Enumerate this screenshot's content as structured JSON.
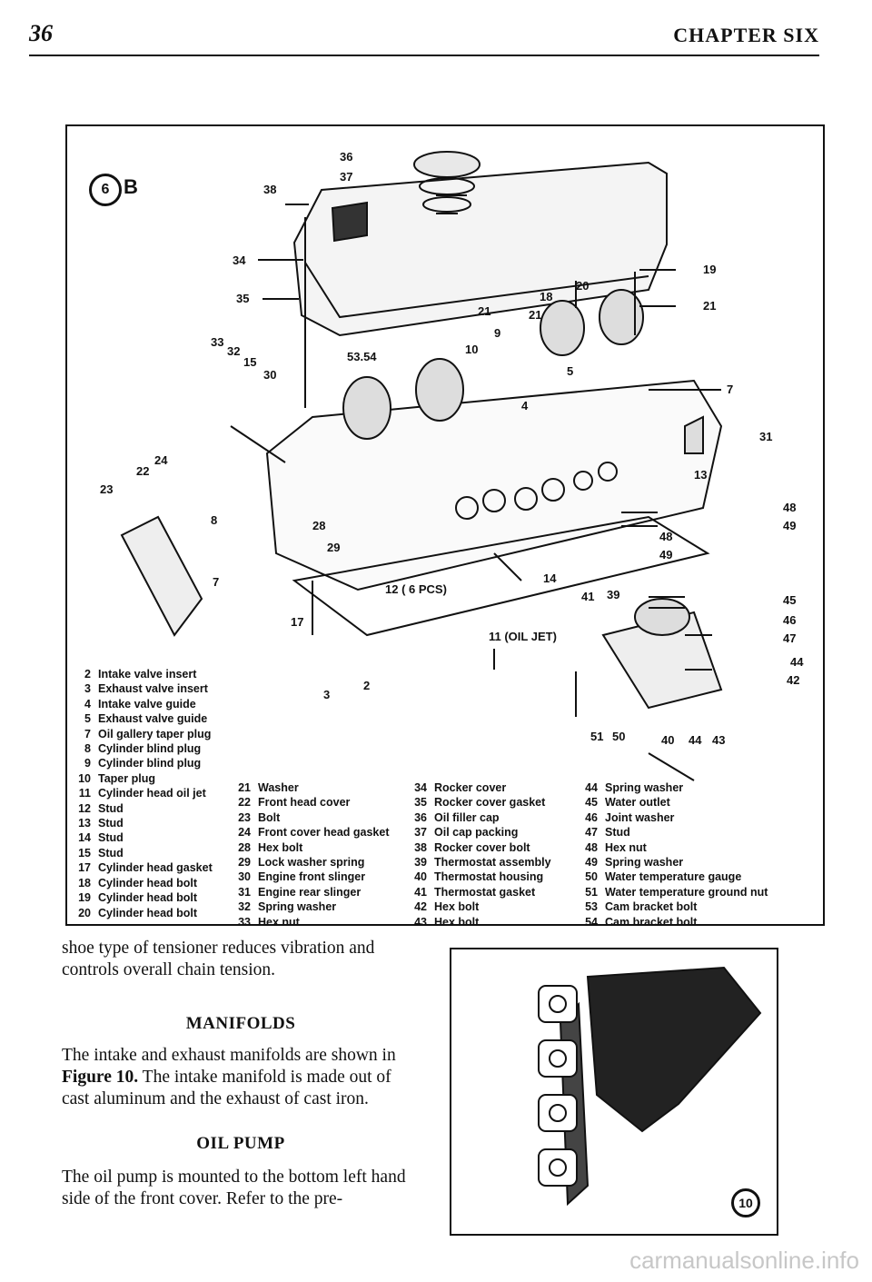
{
  "header": {
    "page_number": "36",
    "chapter": "CHAPTER SIX"
  },
  "figure_6b": {
    "badge": "6",
    "suffix": "B",
    "callouts": [
      "36",
      "37",
      "38",
      "34",
      "35",
      "19",
      "20",
      "18",
      "21",
      "21",
      "21",
      "9",
      "10",
      "33",
      "32",
      "15",
      "30",
      "53.54",
      "5",
      "4",
      "7",
      "31",
      "13",
      "23",
      "22",
      "24",
      "8",
      "28",
      "29",
      "7",
      "48",
      "49",
      "48",
      "49",
      "14",
      "12 ( 6 PCS)",
      "41",
      "39",
      "45",
      "46",
      "47",
      "17",
      "11 (OIL JET)",
      "44",
      "42",
      "3",
      "2",
      "51",
      "50",
      "40",
      "44",
      "43"
    ],
    "legend_col1": [
      {
        "n": "2",
        "t": "Intake valve insert"
      },
      {
        "n": "3",
        "t": "Exhaust valve insert"
      },
      {
        "n": "4",
        "t": "Intake valve guide"
      },
      {
        "n": "5",
        "t": "Exhaust valve guide"
      },
      {
        "n": "7",
        "t": "Oil gallery taper plug"
      },
      {
        "n": "8",
        "t": "Cylinder blind plug"
      },
      {
        "n": "9",
        "t": "Cylinder blind plug"
      },
      {
        "n": "10",
        "t": "Taper plug"
      },
      {
        "n": "11",
        "t": "Cylinder head oil jet"
      },
      {
        "n": "12",
        "t": "Stud"
      },
      {
        "n": "13",
        "t": "Stud"
      },
      {
        "n": "14",
        "t": "Stud"
      },
      {
        "n": "15",
        "t": "Stud"
      },
      {
        "n": "17",
        "t": "Cylinder head gasket"
      },
      {
        "n": "18",
        "t": "Cylinder head bolt"
      },
      {
        "n": "19",
        "t": "Cylinder head bolt"
      },
      {
        "n": "20",
        "t": "Cylinder head bolt"
      }
    ],
    "legend_col2": [
      {
        "n": "21",
        "t": "Washer"
      },
      {
        "n": "22",
        "t": "Front head cover"
      },
      {
        "n": "23",
        "t": "Bolt"
      },
      {
        "n": "24",
        "t": "Front cover head gasket"
      },
      {
        "n": "28",
        "t": "Hex bolt"
      },
      {
        "n": "29",
        "t": "Lock washer spring"
      },
      {
        "n": "30",
        "t": "Engine front slinger"
      },
      {
        "n": "31",
        "t": "Engine rear slinger"
      },
      {
        "n": "32",
        "t": "Spring washer"
      },
      {
        "n": "33",
        "t": "Hex nut"
      }
    ],
    "legend_col3": [
      {
        "n": "34",
        "t": "Rocker cover"
      },
      {
        "n": "35",
        "t": "Rocker cover gasket"
      },
      {
        "n": "36",
        "t": "Oil filler cap"
      },
      {
        "n": "37",
        "t": "Oil cap packing"
      },
      {
        "n": "38",
        "t": "Rocker cover bolt"
      },
      {
        "n": "39",
        "t": "Thermostat assembly"
      },
      {
        "n": "40",
        "t": "Thermostat housing"
      },
      {
        "n": "41",
        "t": "Thermostat gasket"
      },
      {
        "n": "42",
        "t": "Hex bolt"
      },
      {
        "n": "43",
        "t": "Hex bolt"
      }
    ],
    "legend_col4": [
      {
        "n": "44",
        "t": "Spring washer"
      },
      {
        "n": "45",
        "t": "Water outlet"
      },
      {
        "n": "46",
        "t": "Joint washer"
      },
      {
        "n": "47",
        "t": "Stud"
      },
      {
        "n": "48",
        "t": "Hex nut"
      },
      {
        "n": "49",
        "t": "Spring washer"
      },
      {
        "n": "50",
        "t": "Water temperature gauge"
      },
      {
        "n": "51",
        "t": "Water temperature ground nut"
      },
      {
        "n": "53",
        "t": "Cam bracket bolt"
      },
      {
        "n": "54",
        "t": "Cam bracket bolt"
      }
    ]
  },
  "body": {
    "para1": "shoe type of tensioner reduces vibration and controls overall chain tension.",
    "heading_manifolds": "MANIFOLDS",
    "para2_a": "The intake and exhaust manifolds are shown in ",
    "para2_fig": "Figure 10.",
    "para2_b": " The intake manifold is made out of cast aluminum and the exhaust of cast iron.",
    "heading_oilpump": "OIL PUMP",
    "para3": "The oil pump is mounted to the bottom left hand side of the front cover. Refer to the pre-"
  },
  "figure_10": {
    "badge": "10"
  },
  "watermark": "carmanualsonline.info"
}
